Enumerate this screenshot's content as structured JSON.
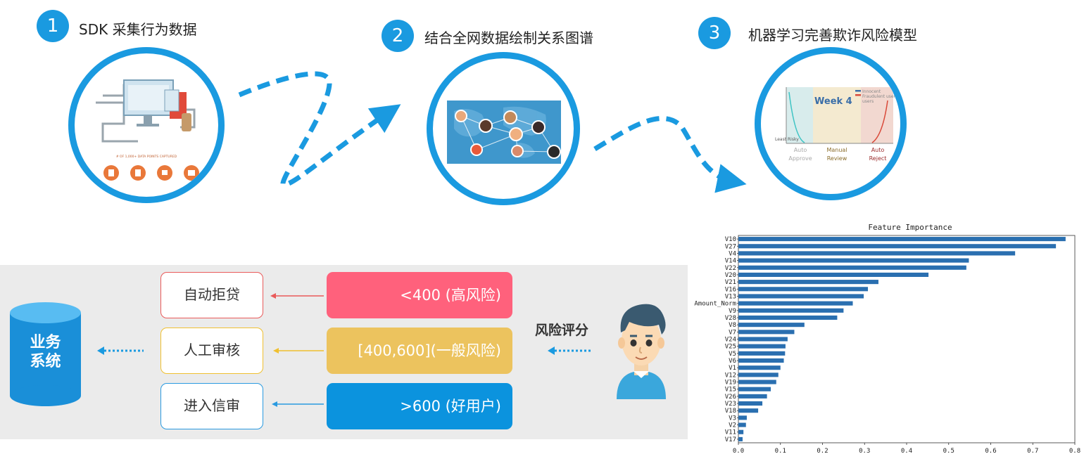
{
  "steps": [
    {
      "num": "1",
      "title": "SDK 采集行为数据"
    },
    {
      "num": "2",
      "title": "结合全网数据绘制关系图谱"
    },
    {
      "num": "3",
      "title": "机器学习完善欺诈风险模型"
    }
  ],
  "illustration1": {
    "caption": "# OF 1,000+ DATA POINTS CAPTURED"
  },
  "illustration3": {
    "week": "Week 4",
    "least_risky": "Least Risky",
    "legend": [
      "Innocent",
      "Fraudulent users",
      "users"
    ],
    "zones": [
      {
        "line1": "Auto",
        "line2": "Approve",
        "color": "#a8a8a8"
      },
      {
        "line1": "Manual",
        "line2": "Review",
        "color": "#8a6d2a"
      },
      {
        "line1": "Auto",
        "line2": "Reject",
        "color": "#9a2a2a"
      }
    ]
  },
  "decision": {
    "system_label_line1": "业务",
    "system_label_line2": "系统",
    "risk_score_label": "风险评分",
    "outcomes": [
      {
        "label": "自动拒贷",
        "color": "#e95a5a"
      },
      {
        "label": "人工审核",
        "color": "#f0c030"
      },
      {
        "label": "进入信审",
        "color": "#2a9ae0"
      }
    ],
    "scores": [
      {
        "label": "<400 (高风险)",
        "color": "#ff617c"
      },
      {
        "label": "[400,600](一般风险)",
        "color": "#ecc35e"
      },
      {
        "label": ">600 (好用户)",
        "color": "#0b93de"
      }
    ]
  },
  "chart_data": {
    "type": "bar",
    "orientation": "horizontal",
    "title": "Feature Importance",
    "categories": [
      "V10",
      "V27",
      "V4",
      "V14",
      "V22",
      "V20",
      "V21",
      "V16",
      "V13",
      "Amount_Norm",
      "V9",
      "V28",
      "V8",
      "V7",
      "V24",
      "V25",
      "V5",
      "V6",
      "V1",
      "V12",
      "V19",
      "V15",
      "V26",
      "V23",
      "V18",
      "V3",
      "V2",
      "V11",
      "V17"
    ],
    "values": [
      0.778,
      0.755,
      0.658,
      0.548,
      0.542,
      0.452,
      0.333,
      0.308,
      0.298,
      0.272,
      0.25,
      0.235,
      0.157,
      0.133,
      0.117,
      0.112,
      0.111,
      0.108,
      0.1,
      0.095,
      0.09,
      0.077,
      0.068,
      0.057,
      0.047,
      0.02,
      0.018,
      0.012,
      0.01
    ],
    "xlim": [
      0,
      0.8
    ],
    "xticks": [
      "0.0",
      "0.1",
      "0.2",
      "0.3",
      "0.4",
      "0.5",
      "0.6",
      "0.7",
      "0.8"
    ],
    "bar_color": "#2a6fb0",
    "grid": false
  }
}
